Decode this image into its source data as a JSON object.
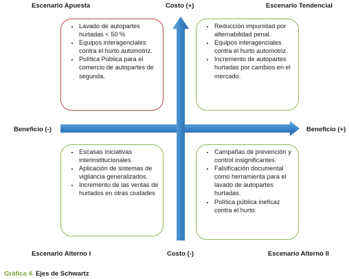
{
  "labels": {
    "top_left": "Escenario Apuesta",
    "top_center": "Costo (+)",
    "top_right": "Escenario Tendencial",
    "left": "Beneficio (-)",
    "right": "Beneficio (+)",
    "bottom_left": "Escenario Alterno I",
    "bottom_center": "Costo (-)",
    "bottom_right": "Escenario Alterno II"
  },
  "quadrants": {
    "top_left": [
      "Lavado de autopartes hurtadas < 50 %",
      "Equipos interagenciales contra el hurto automotriz.",
      "Política Pública para el comercio de autopartes de segunda."
    ],
    "top_right": [
      "Reducción impunidad por alternabilidad penal.",
      "Equipos interagenciales contra el hurto automotriz.",
      "Incremento de autopartes hurtadas por cambios en el mercado."
    ],
    "bottom_left": [
      "Escasas iniciativas interinstitucionales.",
      "Aplicación de sistemas de vigilancia generalizados.",
      "Incremento de las ventas de hurtados en otras ciudades"
    ],
    "bottom_right": [
      "Campañas de prevención y control insignificantes.",
      "Falsificación documental como herramienta para el lavado de autopartes hurtadas.",
      "Política pública ineficaz contra el hurto."
    ]
  },
  "caption": {
    "number": "Gráfica 4.",
    "text": " Ejes de Schwartz"
  },
  "colors": {
    "arrow": "#3a85c8",
    "box_red": "#b5494b",
    "box_green": "#90b561",
    "caption_number": "#7ea13a"
  }
}
